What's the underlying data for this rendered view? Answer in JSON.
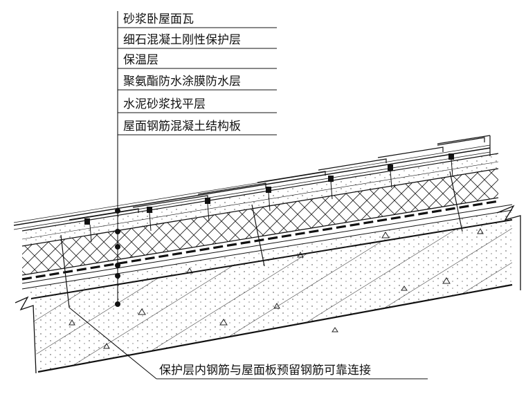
{
  "layer_labels": [
    "砂浆卧屋面瓦",
    "细石混凝土刚性保护层",
    "保温层",
    "聚氨酯防水涂膜防水层",
    "水泥砂浆找平层",
    "屋面钢筋混凝土结构板"
  ],
  "callout": "保护层内钢筋与屋面板预留钢筋可靠连接",
  "colors": {
    "line": "#111111",
    "background": "#ffffff"
  }
}
